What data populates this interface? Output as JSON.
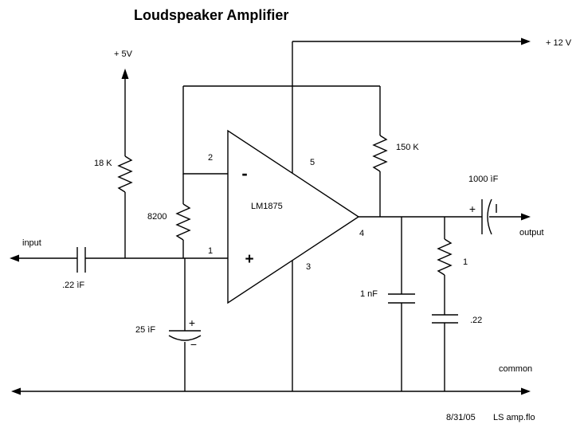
{
  "title": "Loudspeaker Amplifier",
  "colors": {
    "ink": "#000000",
    "background": "#ffffff"
  },
  "power": {
    "plus5v": "+ 5V",
    "plus12v": "+ 12 V"
  },
  "opamp": {
    "part_number": "LM1875",
    "inverting_sign": "-",
    "noninverting_sign": "+",
    "pins": {
      "inverting": "2",
      "noninverting": "1",
      "ground": "3",
      "output": "4",
      "supply": "5"
    }
  },
  "components": {
    "r_bias": {
      "label": "18 K"
    },
    "r_gain": {
      "label": "8200"
    },
    "r_feedback": {
      "label": "150 K"
    },
    "r_zobel": {
      "label": "1"
    },
    "c_input": {
      "label": ".22 ìF"
    },
    "c_gain": {
      "label": "25 ìF",
      "plus": "+",
      "minus": "−"
    },
    "c_output": {
      "label": "1000 ìF",
      "plus": "+"
    },
    "c_snubber": {
      "label": "1 nF"
    },
    "c_zobel": {
      "label": ".22"
    }
  },
  "ports": {
    "input": "input",
    "output": "output",
    "common": "common"
  },
  "footer": {
    "date": "8/31/05",
    "filename": "LS amp.flo"
  }
}
